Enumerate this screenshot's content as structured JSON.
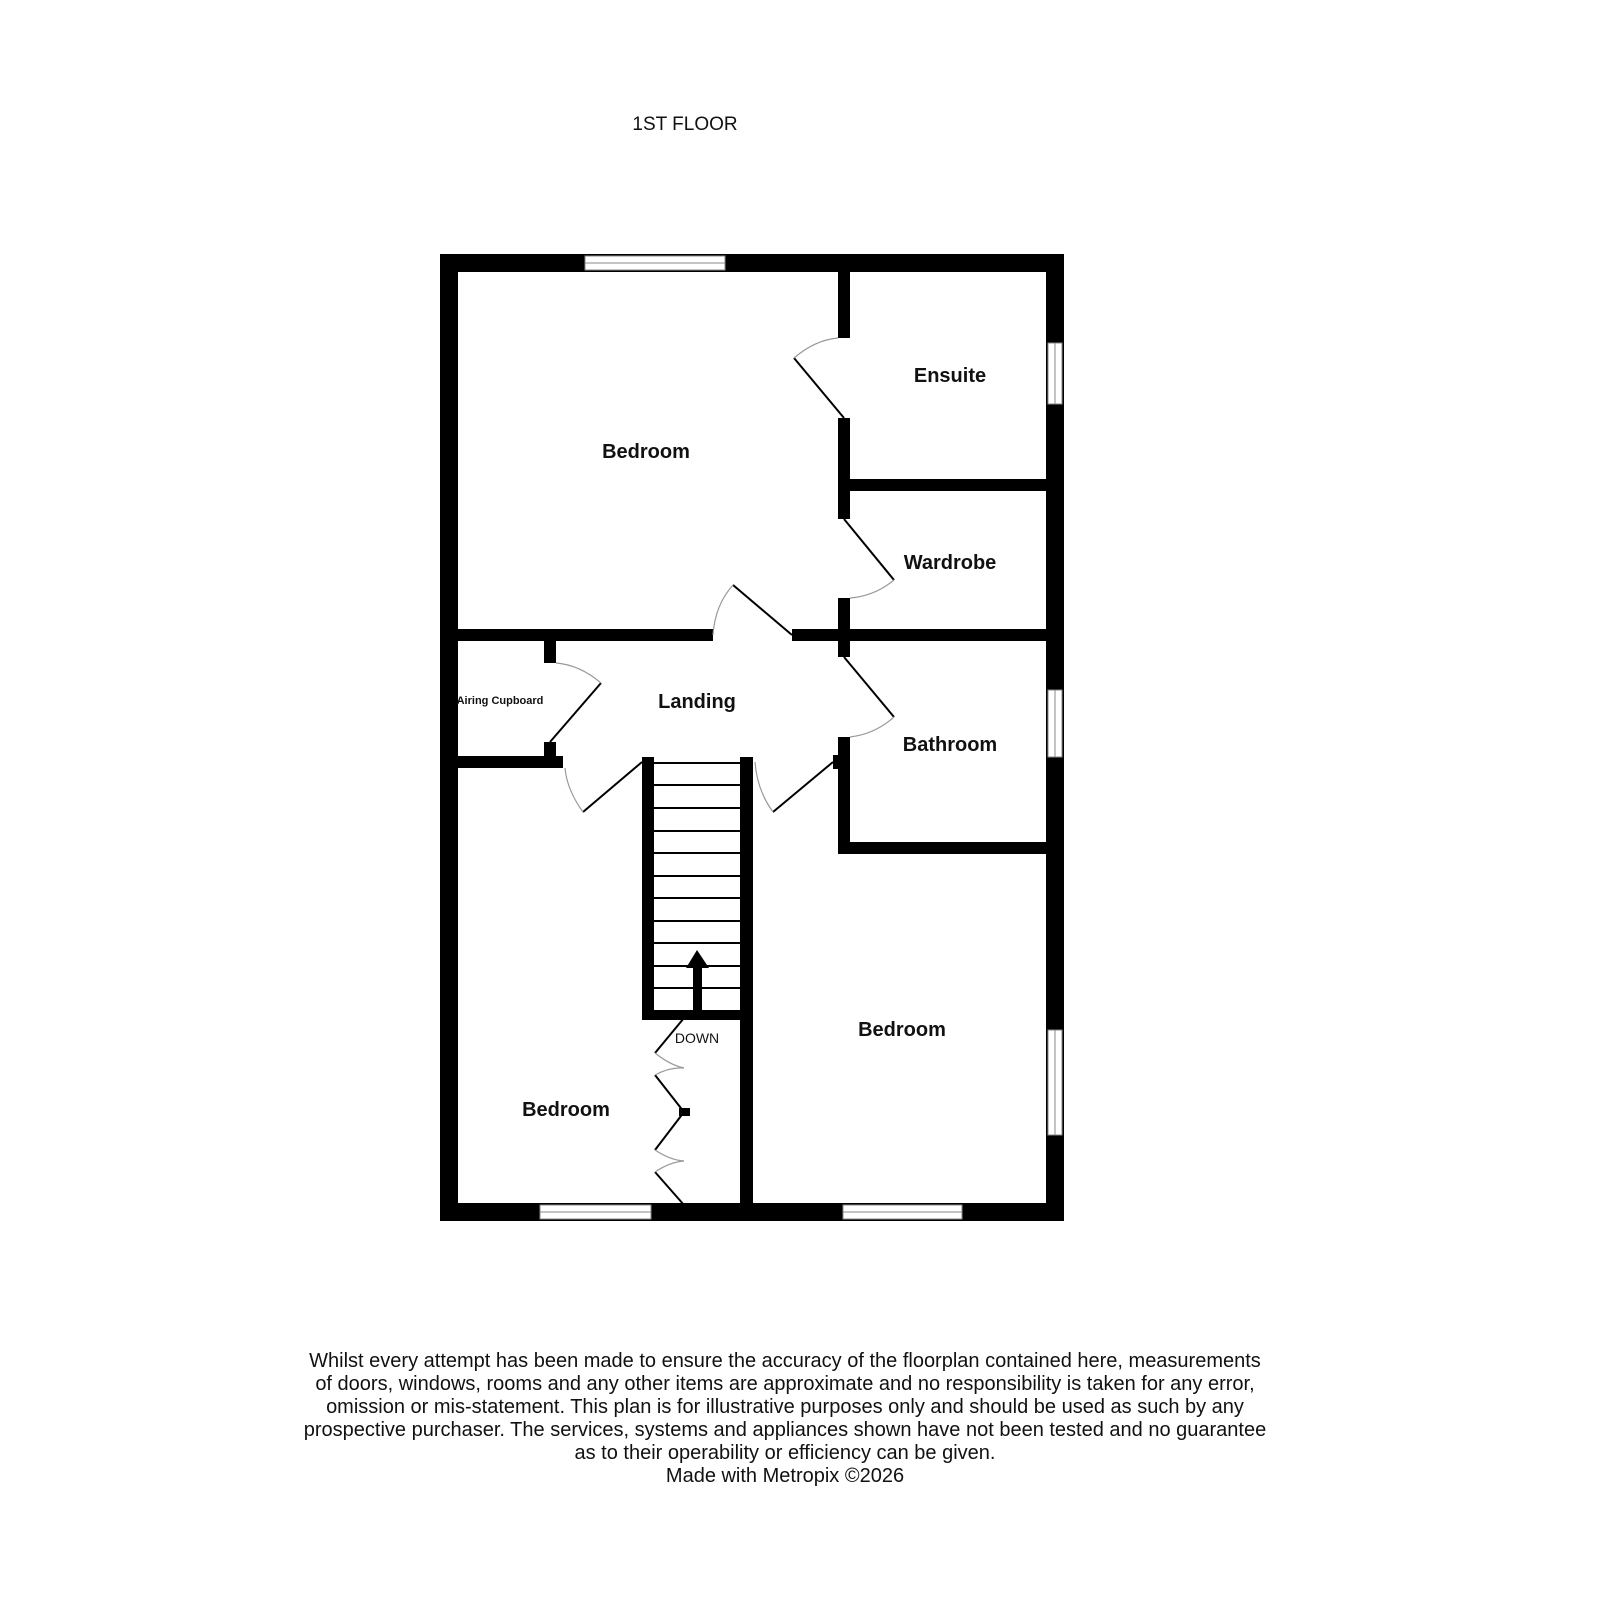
{
  "floor_title": "1ST FLOOR",
  "rooms": {
    "bedroom_main": "Bedroom",
    "ensuite": "Ensuite",
    "wardrobe": "Wardrobe",
    "landing": "Landing",
    "airing_cupboard": "Airing Cupboard",
    "bathroom": "Bathroom",
    "bedroom_right": "Bedroom",
    "bedroom_left": "Bedroom"
  },
  "stairs_label": "DOWN",
  "disclaimer": [
    "Whilst every attempt has been made to ensure the accuracy of the floorplan contained here, measurements",
    "of doors, windows, rooms and any other items are approximate and no responsibility is taken for any error,",
    "omission or mis-statement. This plan is for illustrative purposes only and should be used as such by any",
    "prospective purchaser. The services, systems and appliances shown have not been tested and no guarantee",
    "as to their operability or efficiency can be given.",
    "Made with Metropix ©2026"
  ]
}
